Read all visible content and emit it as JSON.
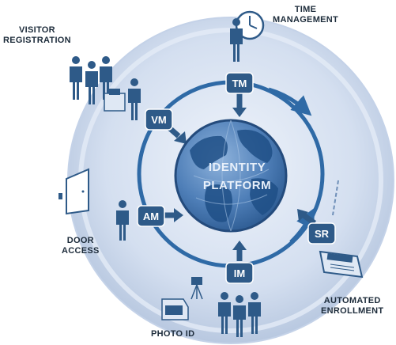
{
  "center": {
    "line1": "IDENTITY",
    "line2": "PLATFORM"
  },
  "modules": [
    {
      "key": "tm",
      "badge": "TM",
      "label_lines": [
        "TIME",
        "MANAGEMENT"
      ]
    },
    {
      "key": "vm",
      "badge": "VM",
      "label_lines": [
        "VISITOR",
        "REGISTRATION"
      ]
    },
    {
      "key": "am",
      "badge": "AM",
      "label_lines": [
        "DOOR",
        "ACCESS"
      ]
    },
    {
      "key": "im",
      "badge": "IM",
      "label_lines": [
        "PHOTO ID"
      ]
    },
    {
      "key": "sr",
      "badge": "SR",
      "label_lines": [
        "AUTOMATED",
        "ENROLLMENT"
      ]
    }
  ],
  "colors": {
    "badge": "#2e5a88",
    "ring": "#2f6aa6",
    "globe_sea": "#5f8fc4",
    "globe_land": "#1f4f86",
    "label": "#1c2b3a",
    "backdrop": "#c9d6ea"
  },
  "icons": [
    "clock-icon",
    "people-group-icon",
    "reception-desk-icon",
    "door-icon",
    "person-icon",
    "camera-icon",
    "printer-icon",
    "card-reader-icon"
  ]
}
